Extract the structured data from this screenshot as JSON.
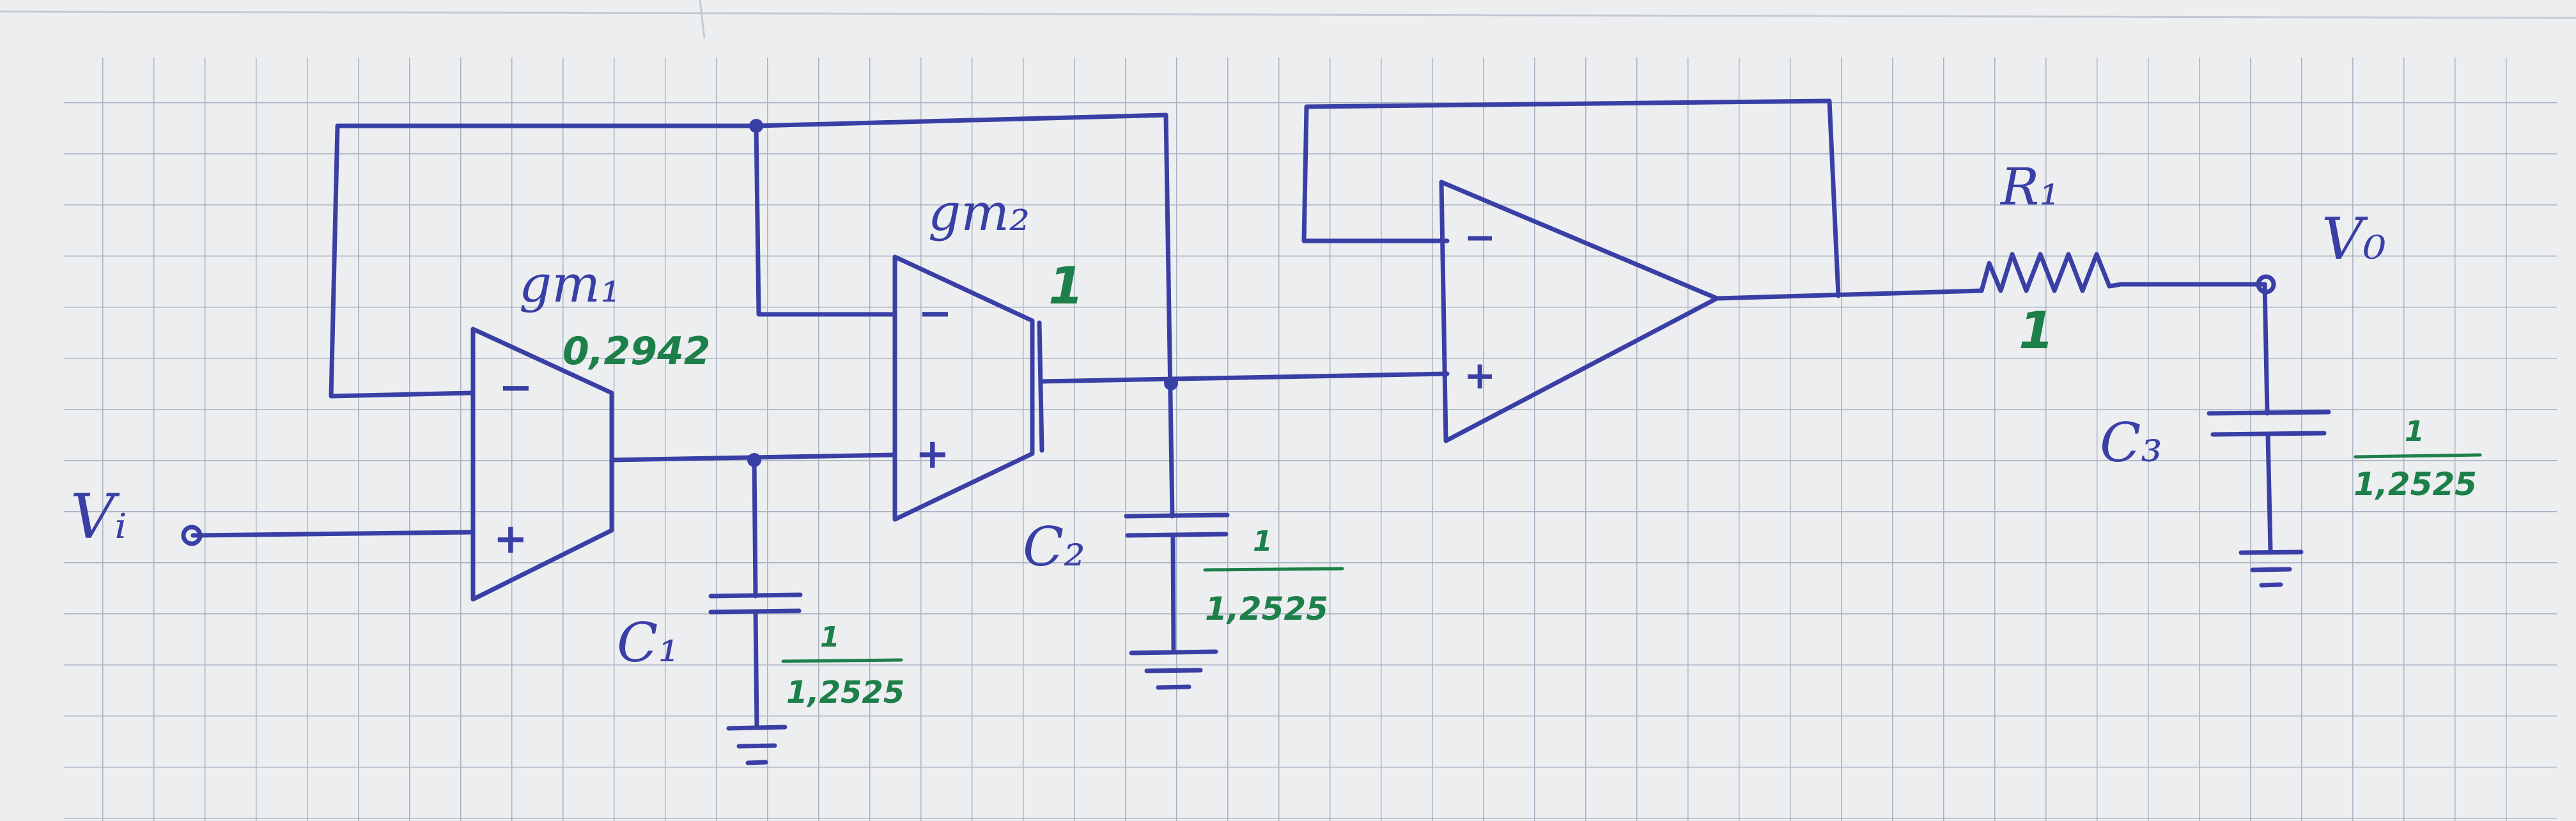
{
  "colors": {
    "paper": "#eceef0",
    "grid": "#a9b3c2",
    "ink": "#3a3fa6",
    "value_ink": "#1d7f4a"
  },
  "icons": {
    "ota": "triangle-trapezoid",
    "opamp": "triangle",
    "capacitor": "parallel-plates",
    "ground": "three-bar-ground",
    "resistor": "zigzag",
    "terminal": "open-circle"
  },
  "labels": {
    "vin": "Vᵢ",
    "vout": "V₀",
    "gm1": "gm₁",
    "gm2": "gm₂",
    "c1": "C₁",
    "c2": "C₂",
    "c3": "C₃",
    "r1": "R₁",
    "minus": "−",
    "plus": "+"
  },
  "values": {
    "gm1": "0,2942",
    "gm2": "1",
    "r1": "1",
    "c1": {
      "num": "1",
      "den": "1,2525"
    },
    "c2": {
      "num": "1",
      "den": "1,2525"
    },
    "c3": {
      "num": "1",
      "den": "1,2525"
    }
  }
}
